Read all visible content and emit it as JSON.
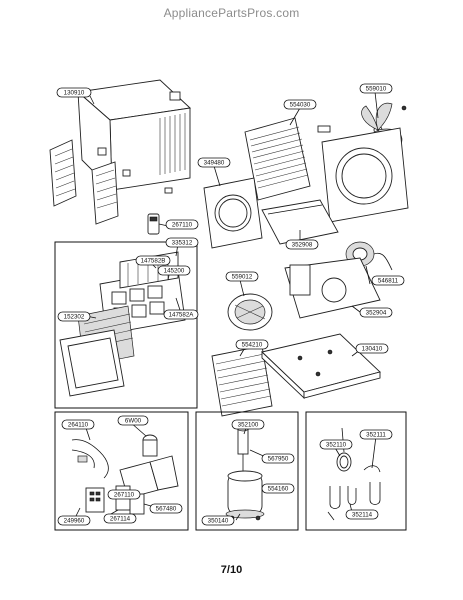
{
  "watermark": "AppliancePartsPros.com",
  "page_number": "7/10",
  "callouts": {
    "c130910": "130910",
    "c559010": "559010",
    "c554030": "554030",
    "c349480": "349480",
    "c267110": "267110",
    "c352908": "352908",
    "c335312": "335312",
    "c147582b": "147582B",
    "c145200": "145200",
    "c147582a": "147582A",
    "c152302": "152302",
    "c559012": "559012",
    "c546811": "546811",
    "c352904": "352904",
    "c554210": "554210",
    "c130410": "130410",
    "c264110": "264110",
    "c6w00": "6W00",
    "c267110b": "267110",
    "c567480": "567480",
    "c267114": "267114",
    "c249960": "249960",
    "c352100": "352100",
    "c567950": "567950",
    "c554160": "554160",
    "c350140": "350140",
    "c352110": "352110",
    "c352111": "352111",
    "c352114": "352114"
  }
}
